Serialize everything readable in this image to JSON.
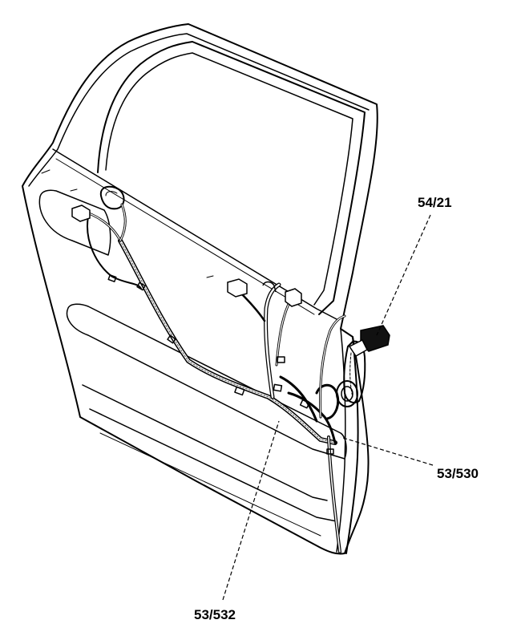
{
  "callouts": [
    {
      "id": "label-54-21",
      "text": "54/21"
    },
    {
      "id": "label-53-530",
      "text": "53/530"
    },
    {
      "id": "label-53-532",
      "text": "53/532"
    }
  ]
}
